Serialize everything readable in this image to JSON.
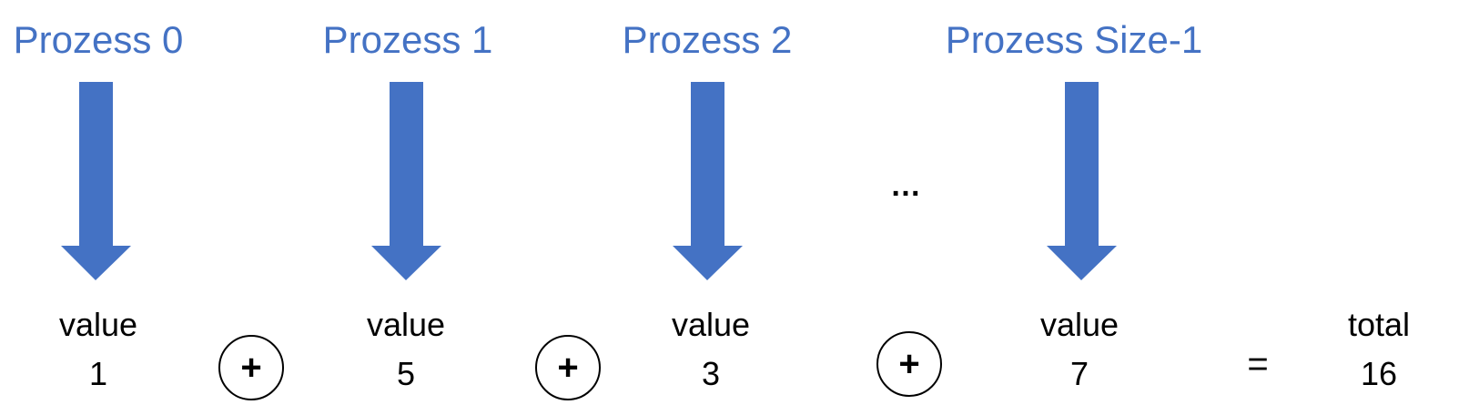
{
  "colors": {
    "accent": "#4472c4",
    "text": "#000000"
  },
  "processes": [
    {
      "title": "Prozess 0",
      "value_label": "value",
      "value": "1"
    },
    {
      "title": "Prozess 1",
      "value_label": "value",
      "value": "5"
    },
    {
      "title": "Prozess 2",
      "value_label": "value",
      "value": "3"
    },
    {
      "title": "Prozess Size-1",
      "value_label": "value",
      "value": "7"
    }
  ],
  "operator_symbol": "+",
  "ellipsis": "…",
  "equals_symbol": "=",
  "result": {
    "label": "total",
    "value": "16"
  }
}
